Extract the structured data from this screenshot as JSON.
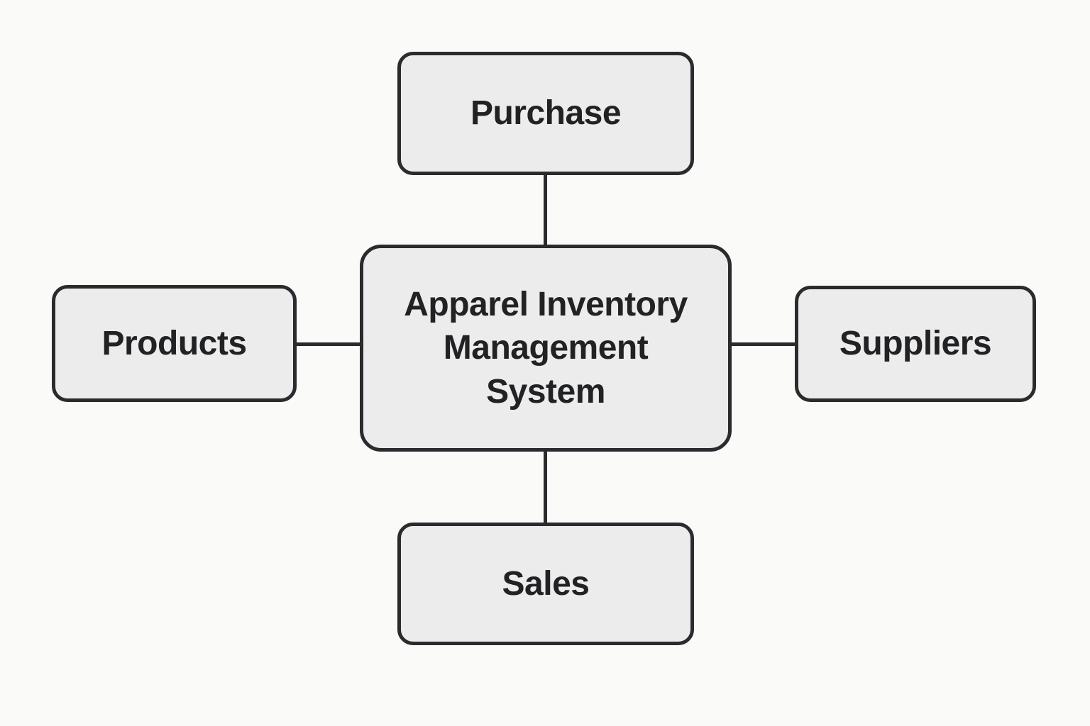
{
  "diagram": {
    "title": "Apparel Inventory Management System diagram",
    "colors": {
      "background": "#fafaf9",
      "node_fill": "#ececed",
      "node_border": "#2a2b2d",
      "text": "#212224",
      "connector": "#2a2b2d"
    },
    "center_node": {
      "label": "Apparel Inventory\nManagement\nSystem"
    },
    "nodes": [
      {
        "id": "purchase",
        "label": "Purchase",
        "position": "top"
      },
      {
        "id": "products",
        "label": "Products",
        "position": "left"
      },
      {
        "id": "suppliers",
        "label": "Suppliers",
        "position": "right"
      },
      {
        "id": "sales",
        "label": "Sales",
        "position": "bottom"
      }
    ],
    "connections": [
      {
        "from": "purchase",
        "to": "center",
        "orientation": "vertical"
      },
      {
        "from": "products",
        "to": "center",
        "orientation": "horizontal"
      },
      {
        "from": "center",
        "to": "suppliers",
        "orientation": "horizontal"
      },
      {
        "from": "center",
        "to": "sales",
        "orientation": "vertical"
      }
    ]
  }
}
